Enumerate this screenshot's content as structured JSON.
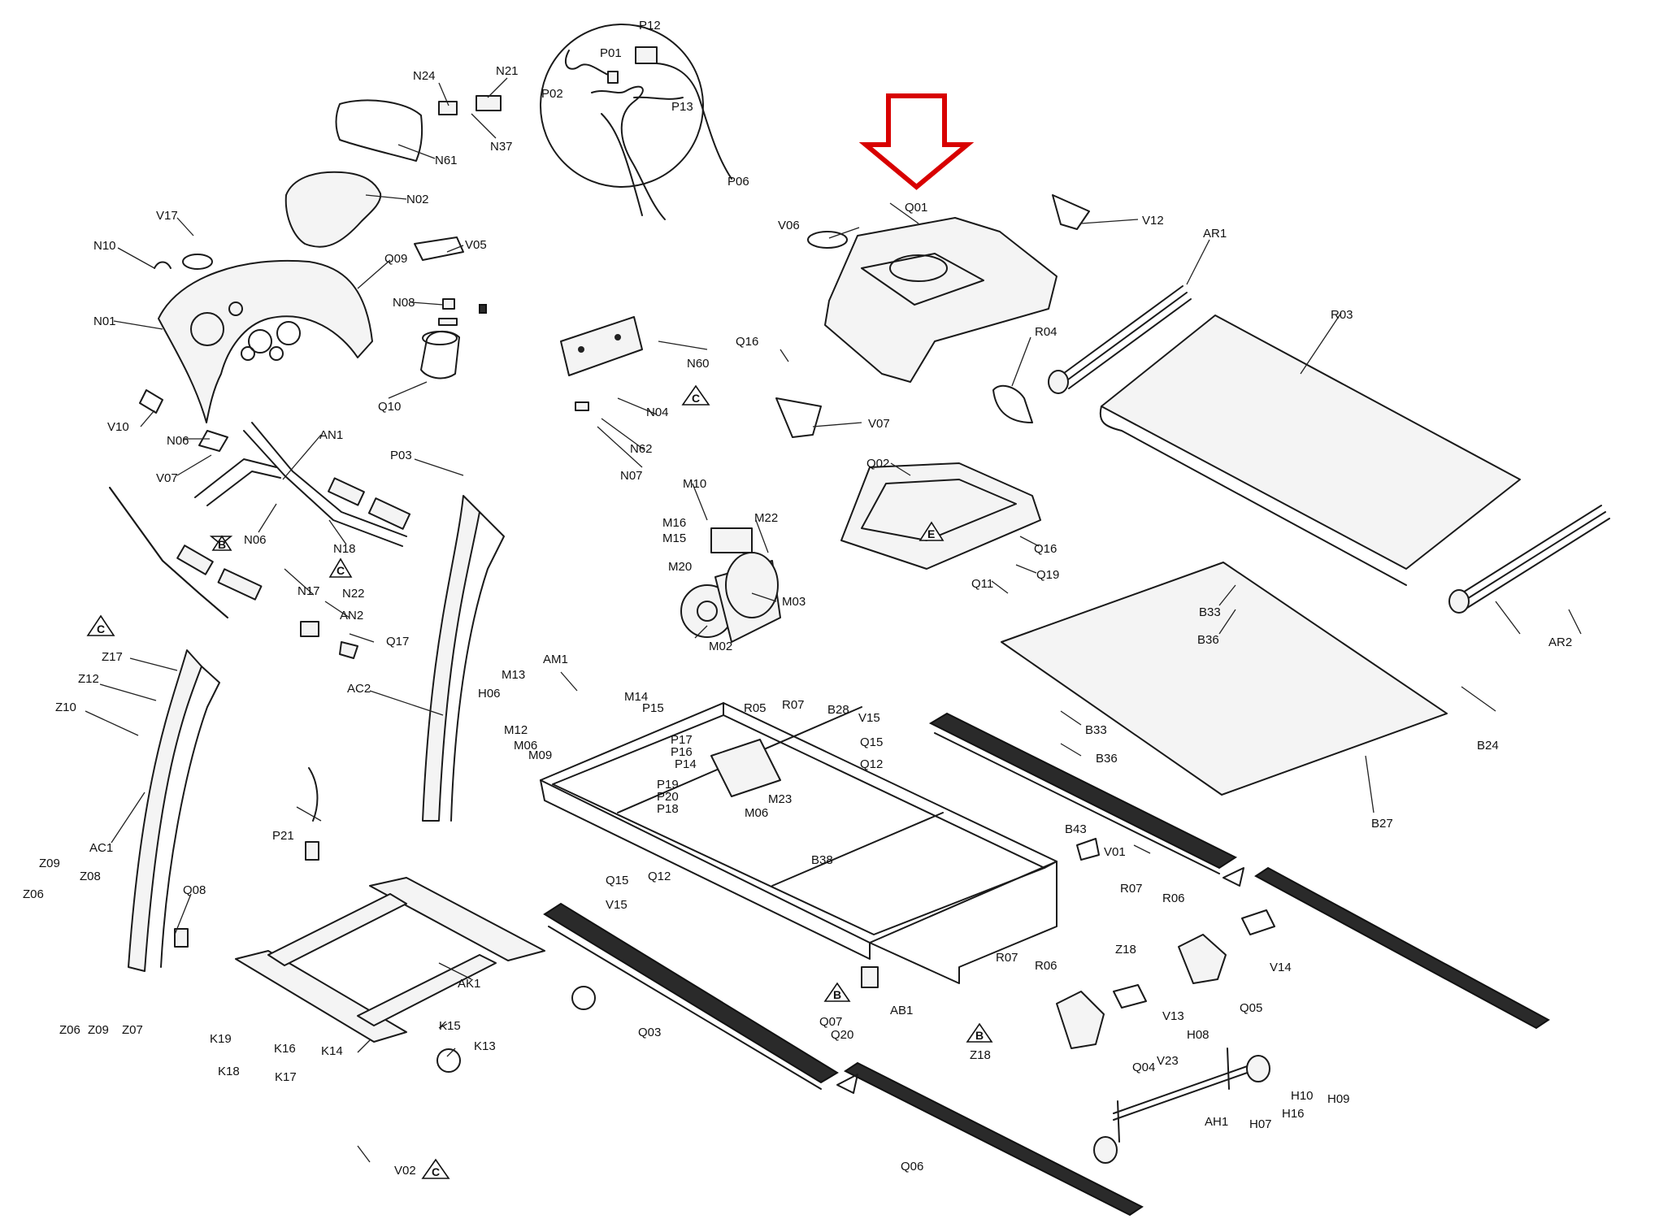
{
  "labels": {
    "N24": "N24",
    "N21": "N21",
    "N37": "N37",
    "N61": "N61",
    "N02": "N02",
    "V17": "V17",
    "N10": "N10",
    "Q09": "Q09",
    "N01": "N01",
    "V05": "V05",
    "N08": "N08",
    "Q10": "Q10",
    "V10": "V10",
    "N06a": "N06",
    "V07a": "V07",
    "AN1": "AN1",
    "N06b": "N06",
    "N18": "N18",
    "N17": "N17",
    "N22": "N22",
    "AN2": "AN2",
    "Q17": "Q17",
    "P03": "P03",
    "AC2": "AC2",
    "Z17": "Z17",
    "Z12": "Z12",
    "Z10": "Z10",
    "AC1": "AC1",
    "P21": "P21",
    "Q08": "Q08",
    "Z09a": "Z09",
    "Z08": "Z08",
    "Z06a": "Z06",
    "Z06b": "Z06",
    "Z09b": "Z09",
    "Z07": "Z07",
    "K19": "K19",
    "K16": "K16",
    "K18": "K18",
    "K17": "K17",
    "AK1": "AK1",
    "K15": "K15",
    "K14": "K14",
    "K13": "K13",
    "V02": "V02",
    "P12": "P12",
    "P01": "P01",
    "P02": "P02",
    "P13": "P13",
    "P06": "P06",
    "N60": "N60",
    "N04": "N04",
    "N62": "N62",
    "N07": "N07",
    "M10": "M10",
    "M16": "M16",
    "M15": "M15",
    "M22": "M22",
    "M20": "M20",
    "M03": "M03",
    "M02": "M02",
    "AM1": "AM1",
    "M13": "M13",
    "H06": "H06",
    "M12": "M12",
    "M06a": "M06",
    "M09": "M09",
    "M14": "M14",
    "P15": "P15",
    "P17": "P17",
    "P16": "P16",
    "P14": "P14",
    "P19": "P19",
    "P20": "P20",
    "P18": "P18",
    "R05": "R05",
    "R07a": "R07",
    "B28": "B28",
    "M23": "M23",
    "M06b": "M06",
    "B38": "B38",
    "V15a": "V15",
    "Q15a": "Q15",
    "Q12a": "Q12",
    "Q15b": "Q15",
    "Q12b": "Q12",
    "V15b": "V15",
    "Q03": "Q03",
    "Q07": "Q07",
    "Q20": "Q20",
    "AB1": "AB1",
    "Z18a": "Z18",
    "Z18b": "Z18",
    "R07b": "R07",
    "R06a": "R06",
    "R07c": "R07",
    "R06b": "R06",
    "B43": "B43",
    "V01": "V01",
    "V13": "V13",
    "V14": "V14",
    "Q05": "Q05",
    "Q04": "Q04",
    "V23": "V23",
    "H08": "H08",
    "AH1": "AH1",
    "H07": "H07",
    "H16": "H16",
    "H10": "H10",
    "H09": "H09",
    "Q06": "Q06",
    "Q01": "Q01",
    "V06": "V06",
    "V12": "V12",
    "Q16a": "Q16",
    "V07b": "V07",
    "R04": "R04",
    "AR1": "AR1",
    "R03": "R03",
    "Q02": "Q02",
    "Q16b": "Q16",
    "Q19": "Q19",
    "Q11": "Q11",
    "B33a": "B33",
    "B36a": "B36",
    "B33b": "B33",
    "B36b": "B36",
    "AR2": "AR2",
    "B24": "B24",
    "B27": "B27"
  },
  "warning_symbols": {
    "B": "B",
    "C": "C",
    "E": "E"
  },
  "colors": {
    "highlight_arrow": "#d80000",
    "ink": "#1a1a1a",
    "background": "#ffffff"
  },
  "icons": {
    "highlight": "down-arrow-icon",
    "warning": "warning-triangle-icon"
  }
}
